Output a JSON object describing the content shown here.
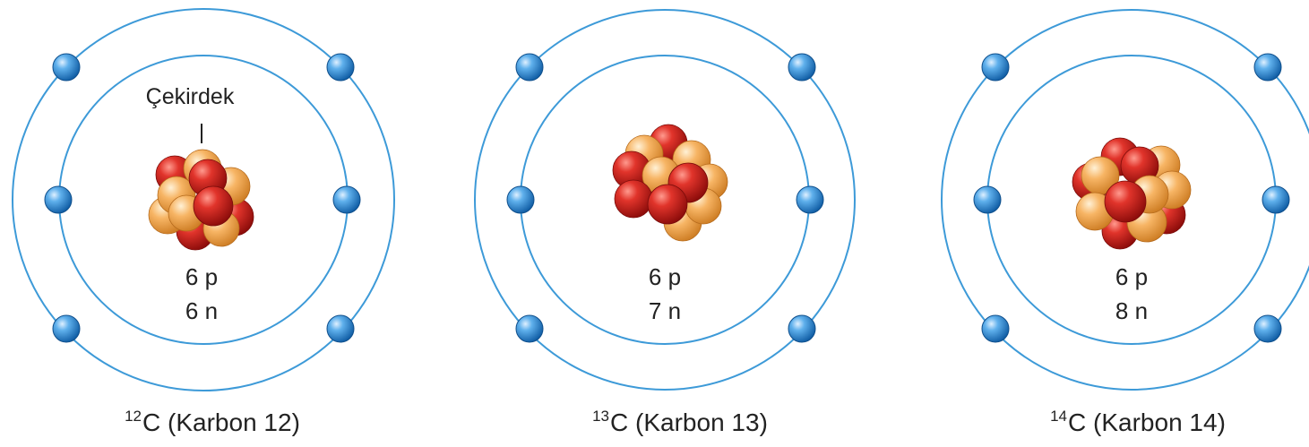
{
  "atoms": [
    {
      "proton_label": "6 p",
      "neutron_label": "6 n",
      "mass_number": "12",
      "symbol": "C",
      "name": "(Karbon 12)",
      "nucleus_label": "Çekirdek"
    },
    {
      "proton_label": "6 p",
      "neutron_label": "7 n",
      "mass_number": "13",
      "symbol": "C",
      "name": "(Karbon 13)"
    },
    {
      "proton_label": "6 p",
      "neutron_label": "8 n",
      "mass_number": "14",
      "symbol": "C",
      "name": "(Karbon 14)"
    }
  ],
  "colors": {
    "orbit": "#3d9ad8",
    "electron": "#2f86d0",
    "proton": "#d42a24",
    "neutron": "#f4a955"
  },
  "icons": {
    "electron": "electron-icon",
    "proton": "proton-icon",
    "neutron": "neutron-icon"
  }
}
